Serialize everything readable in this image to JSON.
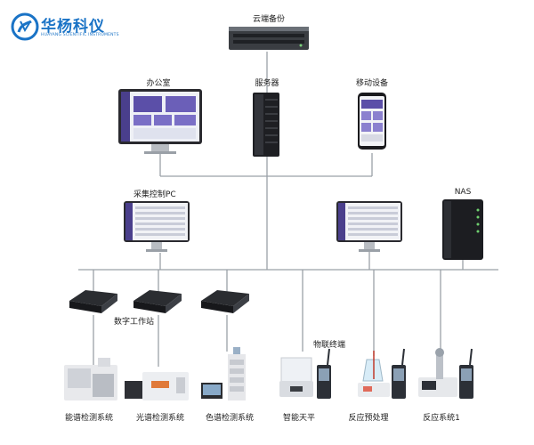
{
  "brand": {
    "name_cn": "华杨科仪",
    "name_en": "HUAYANG SCIENTIFIC INSTRUMENTS"
  },
  "nodes": {
    "cloud_backup": "云端备份",
    "office": "办公室",
    "server": "服务器",
    "mobile": "移动设备",
    "collection_pc": "采集控制PC",
    "nas": "NAS",
    "digital_workstation": "数字工作站",
    "iot_terminal": "物联终端"
  },
  "instruments": [
    "能谱检测系统",
    "光谱检测系统",
    "色谱检测系统",
    "智能天平",
    "反应预处理",
    "反应系统1"
  ],
  "colors": {
    "brand_blue": "#1a73c6",
    "line_gray": "#9aa1a8",
    "screen_purple": "#4a3f8c"
  }
}
